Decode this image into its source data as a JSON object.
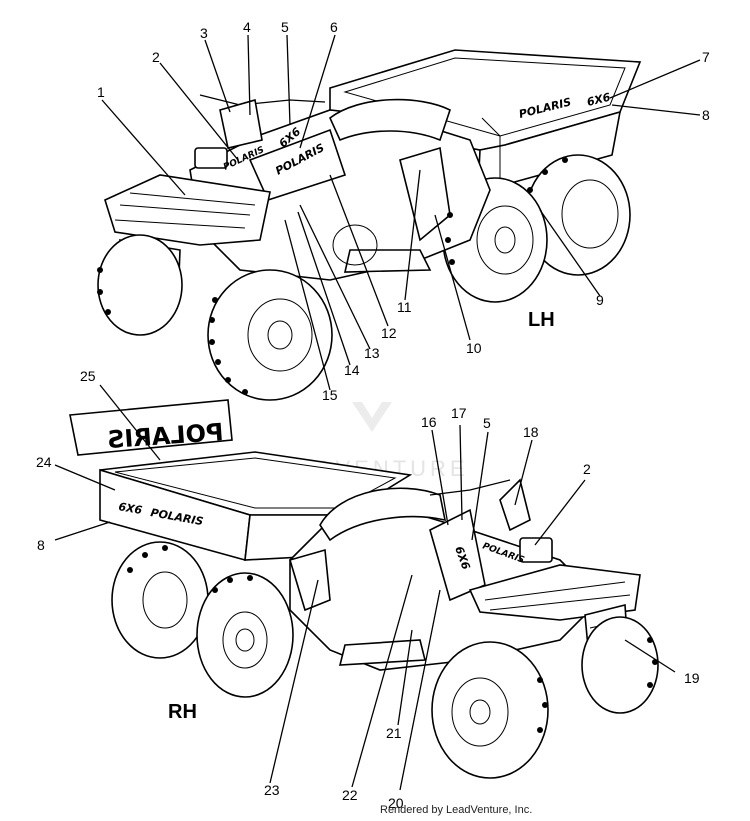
{
  "diagram": {
    "views": [
      {
        "id": "lh",
        "label": "LH"
      },
      {
        "id": "rh",
        "label": "RH"
      }
    ],
    "callouts_lh": [
      "1",
      "2",
      "3",
      "4",
      "5",
      "6",
      "7",
      "8",
      "9",
      "10",
      "11",
      "12",
      "13",
      "14",
      "15"
    ],
    "callouts_rh": [
      "25",
      "24",
      "8",
      "16",
      "17",
      "5",
      "18",
      "2",
      "19",
      "21",
      "22",
      "20",
      "23"
    ],
    "decal_text": {
      "polaris": "POLARIS",
      "model": "6X6",
      "mirrored_brand": "POLARIS"
    },
    "watermark": "LEADVENTURE"
  },
  "credit": "Rendered by LeadVenture, Inc."
}
